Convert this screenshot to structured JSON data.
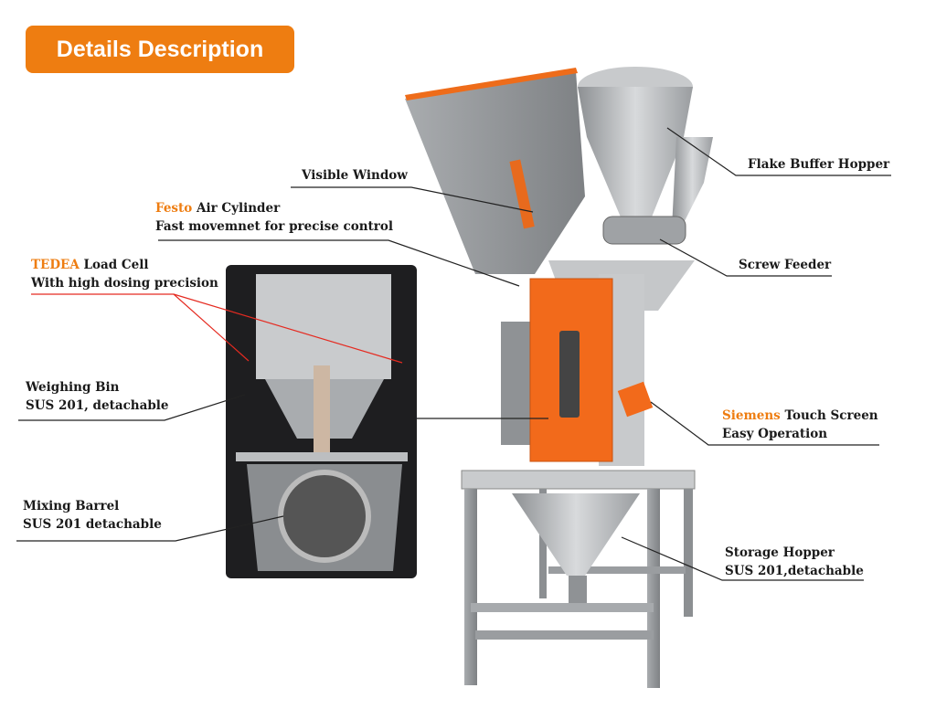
{
  "title": "Details Description",
  "colors": {
    "accent": "#ee7d11",
    "machine_orange": "#f26a1b",
    "steel": "#b9bcbf"
  },
  "callouts": {
    "visible_window": {
      "line1": "Visible Window"
    },
    "festo": {
      "brand": "Festo",
      "line1_rest": " Air Cylinder",
      "line2": "Fast movemnet for precise control"
    },
    "tedea": {
      "brand": "TEDEA",
      "line1_rest": " Load Cell",
      "line2": "With high dosing precision"
    },
    "weighing_bin": {
      "line1": "Weighing Bin",
      "line2": "SUS 201, detachable"
    },
    "mixing_barrel": {
      "line1": "Mixing Barrel",
      "line2": "SUS 201 detachable"
    },
    "flake_buffer": {
      "line1": "Flake Buffer Hopper"
    },
    "screw_feeder": {
      "line1": "Screw Feeder"
    },
    "siemens": {
      "brand": "Siemens",
      "line1_rest": " Touch Screen",
      "line2": "Easy Operation"
    },
    "storage_hopper": {
      "line1": "Storage Hopper",
      "line2": "SUS 201,detachable"
    }
  }
}
